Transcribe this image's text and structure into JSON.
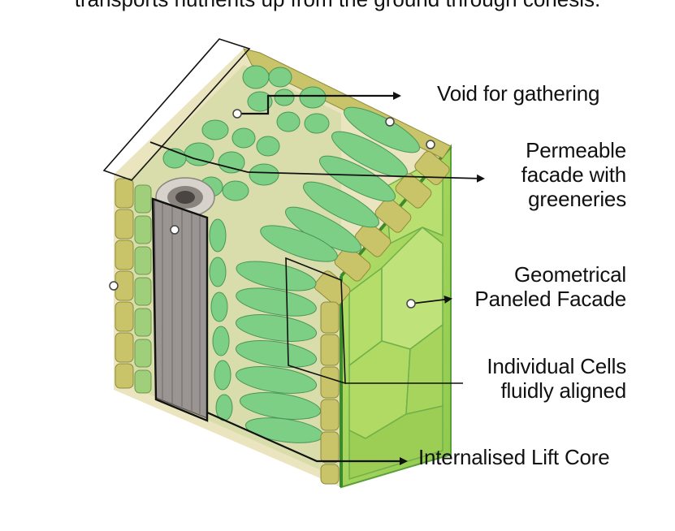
{
  "caption": "transports nutrients up from the ground through cohesis.",
  "labels": {
    "void": "Void for gathering",
    "permeable": [
      "Permeable",
      "facade with",
      "greeneries"
    ],
    "geometrical": [
      "Geometrical",
      "Paneled Facade"
    ],
    "cells": [
      "Individual Cells",
      "fluidly aligned"
    ],
    "lift": "Internalised Lift Core"
  },
  "colors": {
    "cell_green": "#7dcf85",
    "cell_dark_green": "#4fae60",
    "facade_green": "#a9d85b",
    "epidermis_yellow": "#c9c46a",
    "core_grey": "#9a9592",
    "text": "#111111"
  }
}
